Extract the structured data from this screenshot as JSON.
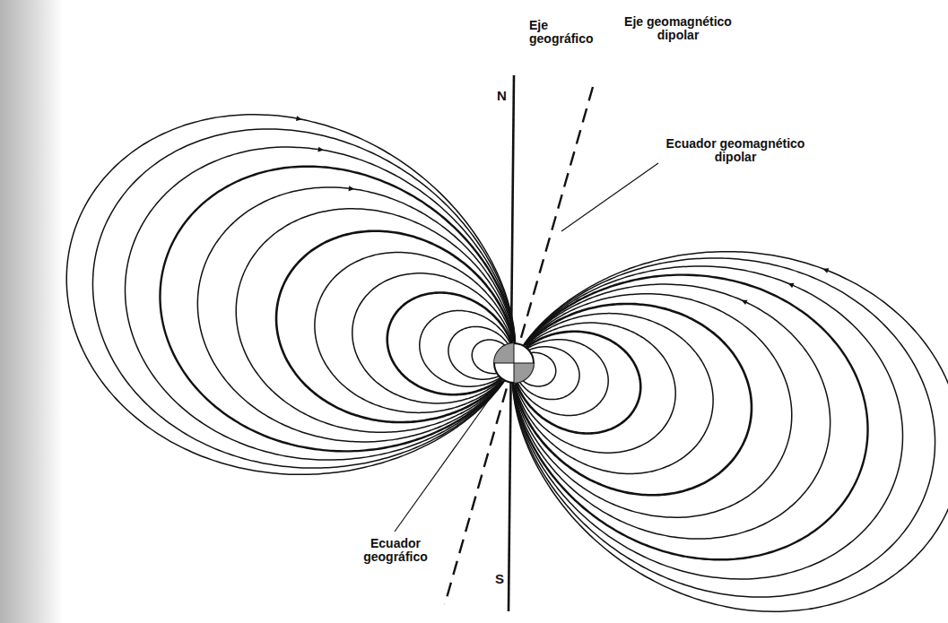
{
  "diagram": {
    "labels": [
      "Eje geográfico",
      "N",
      "Eje geomagnético dipolar",
      "Ecuador geomagnético dipolar",
      "Ecuador geográfico",
      "S"
    ]
  }
}
